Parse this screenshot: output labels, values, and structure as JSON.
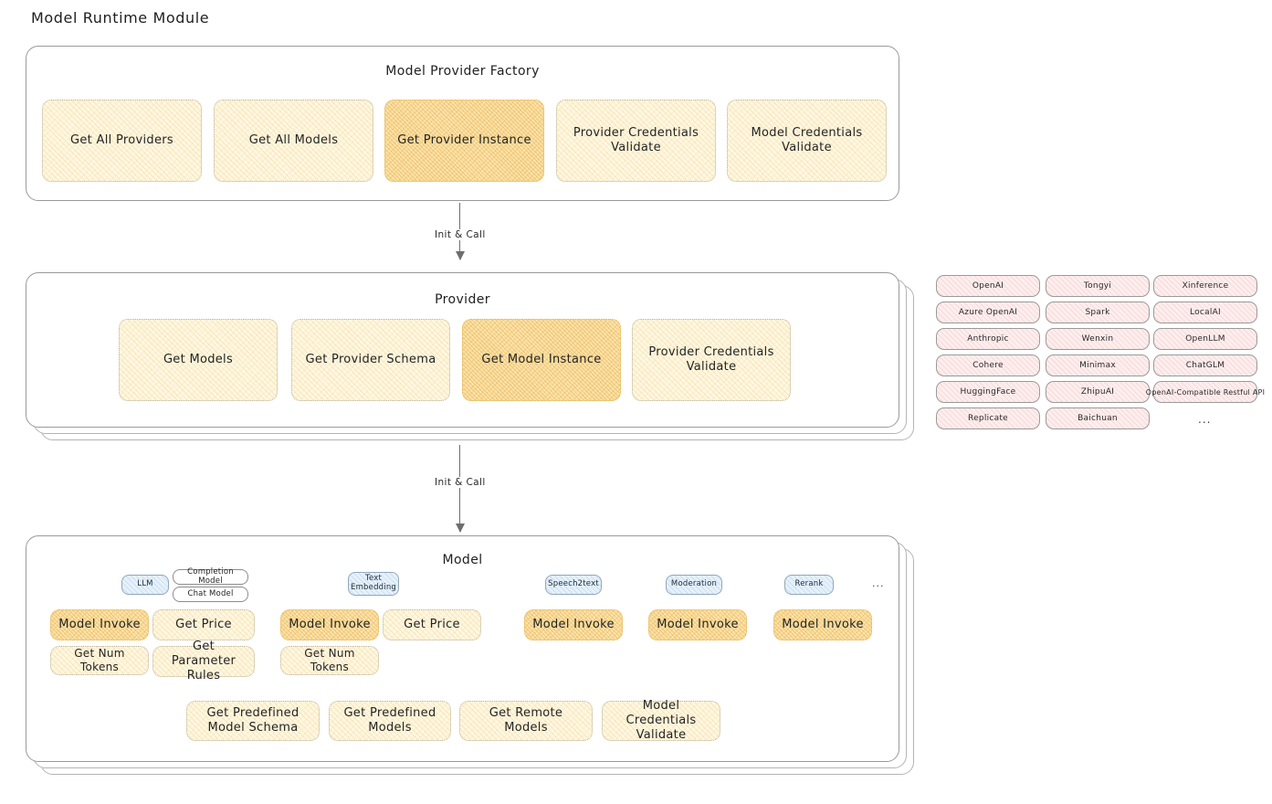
{
  "page": {
    "title": "Model Runtime Module"
  },
  "factory": {
    "title": "Model Provider Factory",
    "methods": [
      {
        "label": "Get All Providers",
        "highlighted": false
      },
      {
        "label": "Get All Models",
        "highlighted": false
      },
      {
        "label": "Get Provider Instance",
        "highlighted": true
      },
      {
        "label": "Provider Credentials Validate",
        "highlighted": false
      },
      {
        "label": "Model Credentials Validate",
        "highlighted": false
      }
    ]
  },
  "arrows": [
    {
      "label": "Init & Call"
    },
    {
      "label": "Init & Call"
    }
  ],
  "provider": {
    "title": "Provider",
    "methods": [
      {
        "label": "Get Models",
        "highlighted": false
      },
      {
        "label": "Get Provider Schema",
        "highlighted": false
      },
      {
        "label": "Get Model Instance",
        "highlighted": true
      },
      {
        "label": "Provider Credentials Validate",
        "highlighted": false
      }
    ]
  },
  "provider_list": {
    "ellipsis": "...",
    "columns": [
      {
        "tags": [
          "OpenAI",
          "Azure OpenAI",
          "Anthropic",
          "Cohere",
          "HuggingFace",
          "Replicate"
        ]
      },
      {
        "tags": [
          "Tongyi",
          "Spark",
          "Wenxin",
          "Minimax",
          "ZhipuAI",
          "Baichuan"
        ]
      },
      {
        "tags": [
          "Xinference",
          "LocalAI",
          "OpenLLM",
          "ChatGLM",
          "OpenAI-Compatible Restful API"
        ]
      }
    ]
  },
  "model": {
    "title": "Model",
    "ellipsis": "...",
    "types": [
      {
        "badge": "LLM",
        "sub_badges": [
          "Completion Model",
          "Chat Model"
        ],
        "methods": [
          {
            "label": "Model Invoke",
            "highlighted": true
          },
          {
            "label": "Get Price",
            "highlighted": false
          },
          {
            "label": "Get Num Tokens",
            "highlighted": false
          },
          {
            "label": "Get Parameter Rules",
            "highlighted": false
          }
        ]
      },
      {
        "badge": "Text Embedding",
        "sub_badges": [],
        "methods": [
          {
            "label": "Model Invoke",
            "highlighted": true
          },
          {
            "label": "Get Price",
            "highlighted": false
          },
          {
            "label": "Get Num Tokens",
            "highlighted": false
          }
        ]
      },
      {
        "badge": "Speech2text",
        "sub_badges": [],
        "methods": [
          {
            "label": "Model Invoke",
            "highlighted": true
          }
        ]
      },
      {
        "badge": "Moderation",
        "sub_badges": [],
        "methods": [
          {
            "label": "Model Invoke",
            "highlighted": true
          }
        ]
      },
      {
        "badge": "Rerank",
        "sub_badges": [],
        "methods": [
          {
            "label": "Model Invoke",
            "highlighted": true
          }
        ]
      }
    ],
    "common_methods": [
      {
        "label": "Get Predefined Model Schema",
        "highlighted": false
      },
      {
        "label": "Get Predefined Models",
        "highlighted": false
      },
      {
        "label": "Get Remote Models",
        "highlighted": false
      },
      {
        "label": "Model Credentials Validate",
        "highlighted": false
      }
    ]
  }
}
